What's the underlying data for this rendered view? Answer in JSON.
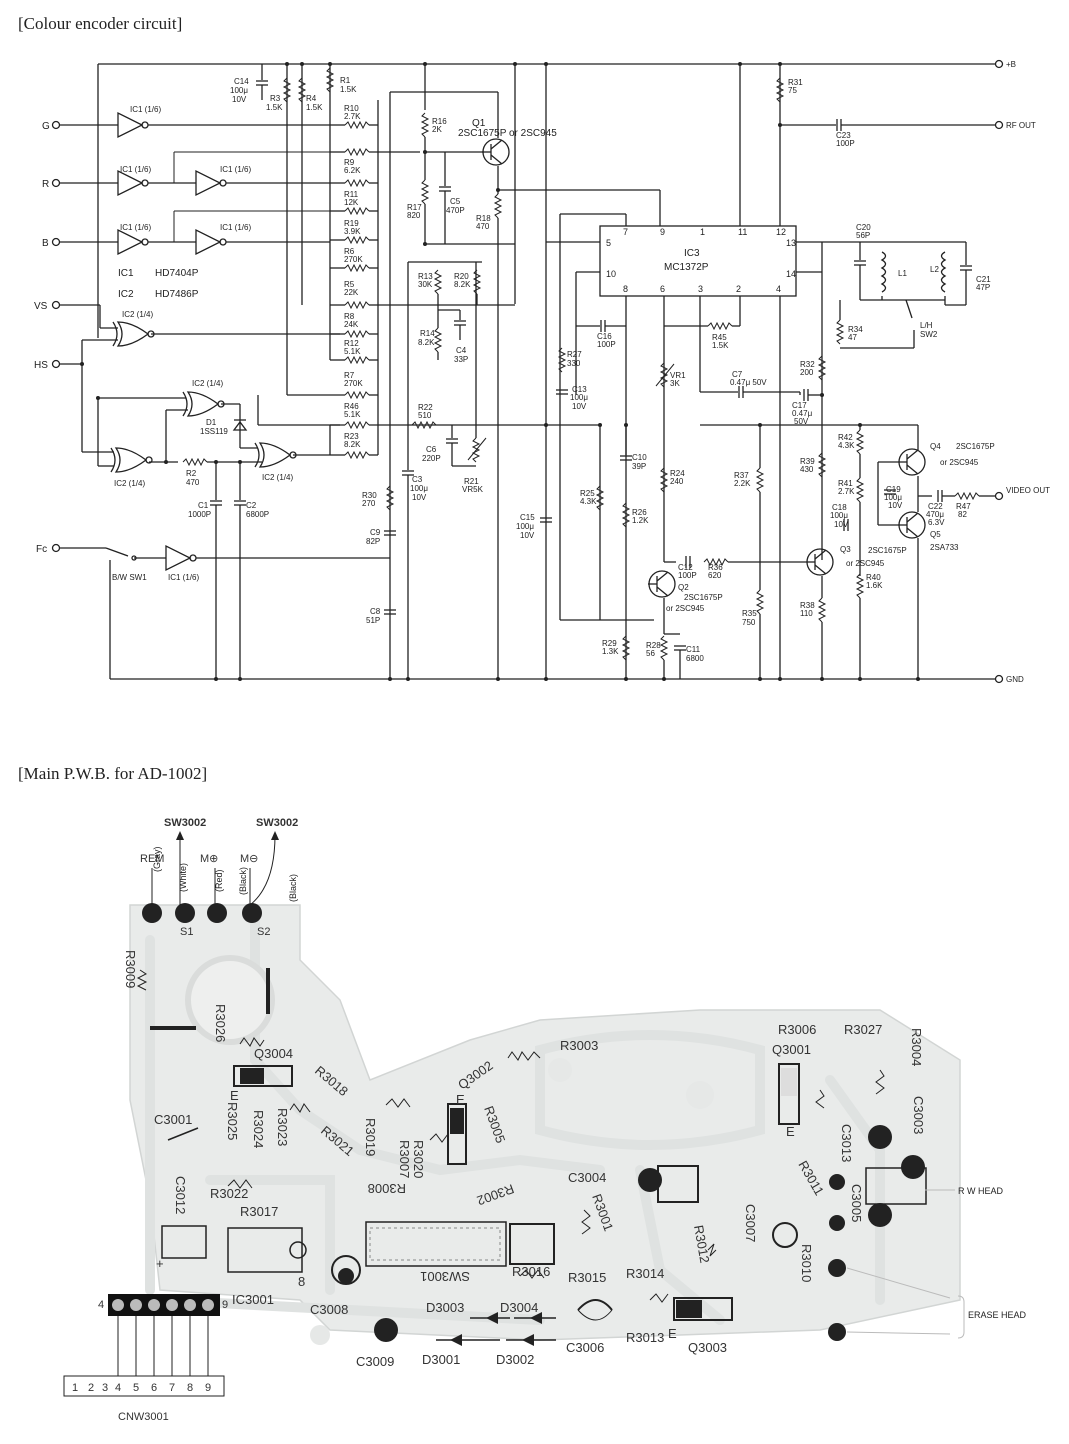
{
  "titles": {
    "encoder": "[Colour encoder circuit]",
    "pwb": "[Main P.W.B. for AD-1002]"
  },
  "terminals": {
    "b_plus": "+B",
    "rf_out": "RF OUT",
    "video_out": "VIDEO OUT",
    "gnd": "GND",
    "inputs": [
      "G",
      "R",
      "B",
      "VS",
      "HS",
      "Fc"
    ],
    "switch_bw": "B/W SW1",
    "switch_lh": "L/H SW2",
    "switch_lh_a": "L/H",
    "switch_lh_b": "SW2"
  },
  "ic_legend": [
    {
      "ref": "IC1",
      "part": "HD7404P"
    },
    {
      "ref": "IC2",
      "part": "HD7486P"
    }
  ],
  "gates": {
    "ic1": "IC1 (1/6)",
    "ic2": "IC2 (1/4)"
  },
  "ic3": {
    "ref": "IC3",
    "part": "MC1372P",
    "pins_top": [
      "7",
      "9",
      "1",
      "11",
      "12"
    ],
    "pins_bottom": [
      "8",
      "6",
      "3",
      "2",
      "4"
    ],
    "pin_5": "5",
    "pin_10": "10",
    "pin_13": "13",
    "pin_14": "14"
  },
  "transistors": {
    "q1": "Q1",
    "q1_part": "2SC1675P or 2SC945",
    "q2": "Q2",
    "q2_part_a": "2SC1675P",
    "q2_part_b": "or 2SC945",
    "q3": "Q3",
    "q3_part_a": "2SC1675P",
    "q3_part_b": "or 2SC945",
    "q4": "Q4",
    "q4_part_a": "2SC1675P",
    "q4_part_b": "or 2SC945",
    "q5": "Q5",
    "q5_part": "2SA733",
    "d1": "D1",
    "d1_part": "1SS119"
  },
  "resistors": [
    {
      "ref": "R1",
      "val": "1.5K"
    },
    {
      "ref": "R3",
      "val": "1.5K"
    },
    {
      "ref": "R4",
      "val": "1.5K"
    },
    {
      "ref": "R10",
      "val": "2.7K"
    },
    {
      "ref": "R9",
      "val": "6.2K"
    },
    {
      "ref": "R11",
      "val": "12K"
    },
    {
      "ref": "R19",
      "val": "3.9K"
    },
    {
      "ref": "R6",
      "val": "270K"
    },
    {
      "ref": "R5",
      "val": "22K"
    },
    {
      "ref": "R8",
      "val": "24K"
    },
    {
      "ref": "R12",
      "val": "5.1K"
    },
    {
      "ref": "R7",
      "val": "270K"
    },
    {
      "ref": "R46",
      "val": "5.1K"
    },
    {
      "ref": "R23",
      "val": "8.2K"
    },
    {
      "ref": "R2",
      "val": "470"
    },
    {
      "ref": "R16",
      "val": "2K"
    },
    {
      "ref": "R17",
      "val": "820"
    },
    {
      "ref": "R18",
      "val": "470"
    },
    {
      "ref": "R13",
      "val": "30K"
    },
    {
      "ref": "R20",
      "val": "8.2K"
    },
    {
      "ref": "R14",
      "val": "8.2K"
    },
    {
      "ref": "R22",
      "val": "510"
    },
    {
      "ref": "R21",
      "val": "VR5K"
    },
    {
      "ref": "R30",
      "val": "270"
    },
    {
      "ref": "R27",
      "val": "330"
    },
    {
      "ref": "R31",
      "val": "75"
    },
    {
      "ref": "R34",
      "val": "47"
    },
    {
      "ref": "R45",
      "val": "1.5K"
    },
    {
      "ref": "VR1",
      "val": "3K"
    },
    {
      "ref": "R32",
      "val": "200"
    },
    {
      "ref": "R24",
      "val": "240"
    },
    {
      "ref": "R25",
      "val": "4.3K"
    },
    {
      "ref": "R26",
      "val": "1.2K"
    },
    {
      "ref": "R37",
      "val": "2.2K"
    },
    {
      "ref": "R36",
      "val": "620"
    },
    {
      "ref": "R35",
      "val": "750"
    },
    {
      "ref": "R29",
      "val": "1.3K"
    },
    {
      "ref": "R28",
      "val": "56"
    },
    {
      "ref": "R42",
      "val": "4.3K"
    },
    {
      "ref": "R39",
      "val": "430"
    },
    {
      "ref": "R41",
      "val": "2.7K"
    },
    {
      "ref": "R38",
      "val": "110"
    },
    {
      "ref": "R40",
      "val": "1.6K"
    },
    {
      "ref": "R47",
      "val": "82"
    }
  ],
  "capacitors": [
    {
      "ref": "C14",
      "val": "100μ",
      "v": "10V"
    },
    {
      "ref": "C23",
      "val": "100P"
    },
    {
      "ref": "C5",
      "val": "470P"
    },
    {
      "ref": "C4",
      "val": "33P"
    },
    {
      "ref": "C1",
      "val": "1000P"
    },
    {
      "ref": "C2",
      "val": "6800P"
    },
    {
      "ref": "C6",
      "val": "220P"
    },
    {
      "ref": "C3",
      "val": "100μ",
      "v": "10V"
    },
    {
      "ref": "C9",
      "val": "82P"
    },
    {
      "ref": "C8",
      "val": "51P"
    },
    {
      "ref": "C16",
      "val": "100P"
    },
    {
      "ref": "C13",
      "val": "100μ",
      "v": "10V"
    },
    {
      "ref": "C7",
      "val": "0.47μ 50V"
    },
    {
      "ref": "C17",
      "val": "0.47μ",
      "v": "50V"
    },
    {
      "ref": "C20",
      "val": "56P"
    },
    {
      "ref": "C21",
      "val": "47P"
    },
    {
      "ref": "C10",
      "val": "39P"
    },
    {
      "ref": "C15",
      "val": "100μ",
      "v": "10V"
    },
    {
      "ref": "C12",
      "val": "100P"
    },
    {
      "ref": "C11",
      "val": "6800"
    },
    {
      "ref": "C18",
      "val": "100μ",
      "v": "10V"
    },
    {
      "ref": "C19",
      "val": "100μ",
      "v": "10V"
    },
    {
      "ref": "C22",
      "val": "470μ",
      "v": "6.3V"
    }
  ],
  "coils": {
    "l1": "L1",
    "l2": "L2"
  },
  "pcb": {
    "top_labels": {
      "sw_a": "SW3002",
      "sw_b": "SW3002",
      "rem": "REM",
      "m_plus": "M⊕",
      "m_minus": "M⊖"
    },
    "wires": [
      "(Gray)",
      "(White)",
      "(Red)",
      "(Black)",
      "(Black)"
    ],
    "pads": {
      "s1": "S1",
      "s2": "S2"
    },
    "parts": [
      "R3009",
      "R3026",
      "Q3004",
      "E",
      "C3001",
      "R3025",
      "R3024",
      "R3023",
      "R3018",
      "R3021",
      "R3019",
      "R3007",
      "R3020",
      "R3005",
      "Q3002",
      "E",
      "R3003",
      "R3006",
      "R3027",
      "R3004",
      "Q3001",
      "E",
      "C3003",
      "C3013",
      "C3005",
      "R3011",
      "R3022",
      "C3012",
      "R3017",
      "R3008",
      "R3002",
      "C3004",
      "R3001",
      "C3007",
      "R3012",
      "R3010",
      "SW3001",
      "R3016",
      "R3015",
      "R3014",
      "R3013",
      "E",
      "Q3003",
      "C3006",
      "D3003",
      "D3004",
      "D3001",
      "D3002",
      "C3008",
      "C3009",
      "IC3001",
      "8"
    ],
    "heads": {
      "rw": "R W HEAD",
      "erase": "ERASE HEAD"
    },
    "connector": {
      "ref": "CNW3001",
      "pins": [
        "1",
        "2",
        "3",
        "4",
        "5",
        "6",
        "7",
        "8",
        "9"
      ],
      "pin_left": "4",
      "pin_right": "9"
    },
    "plus": "+"
  }
}
